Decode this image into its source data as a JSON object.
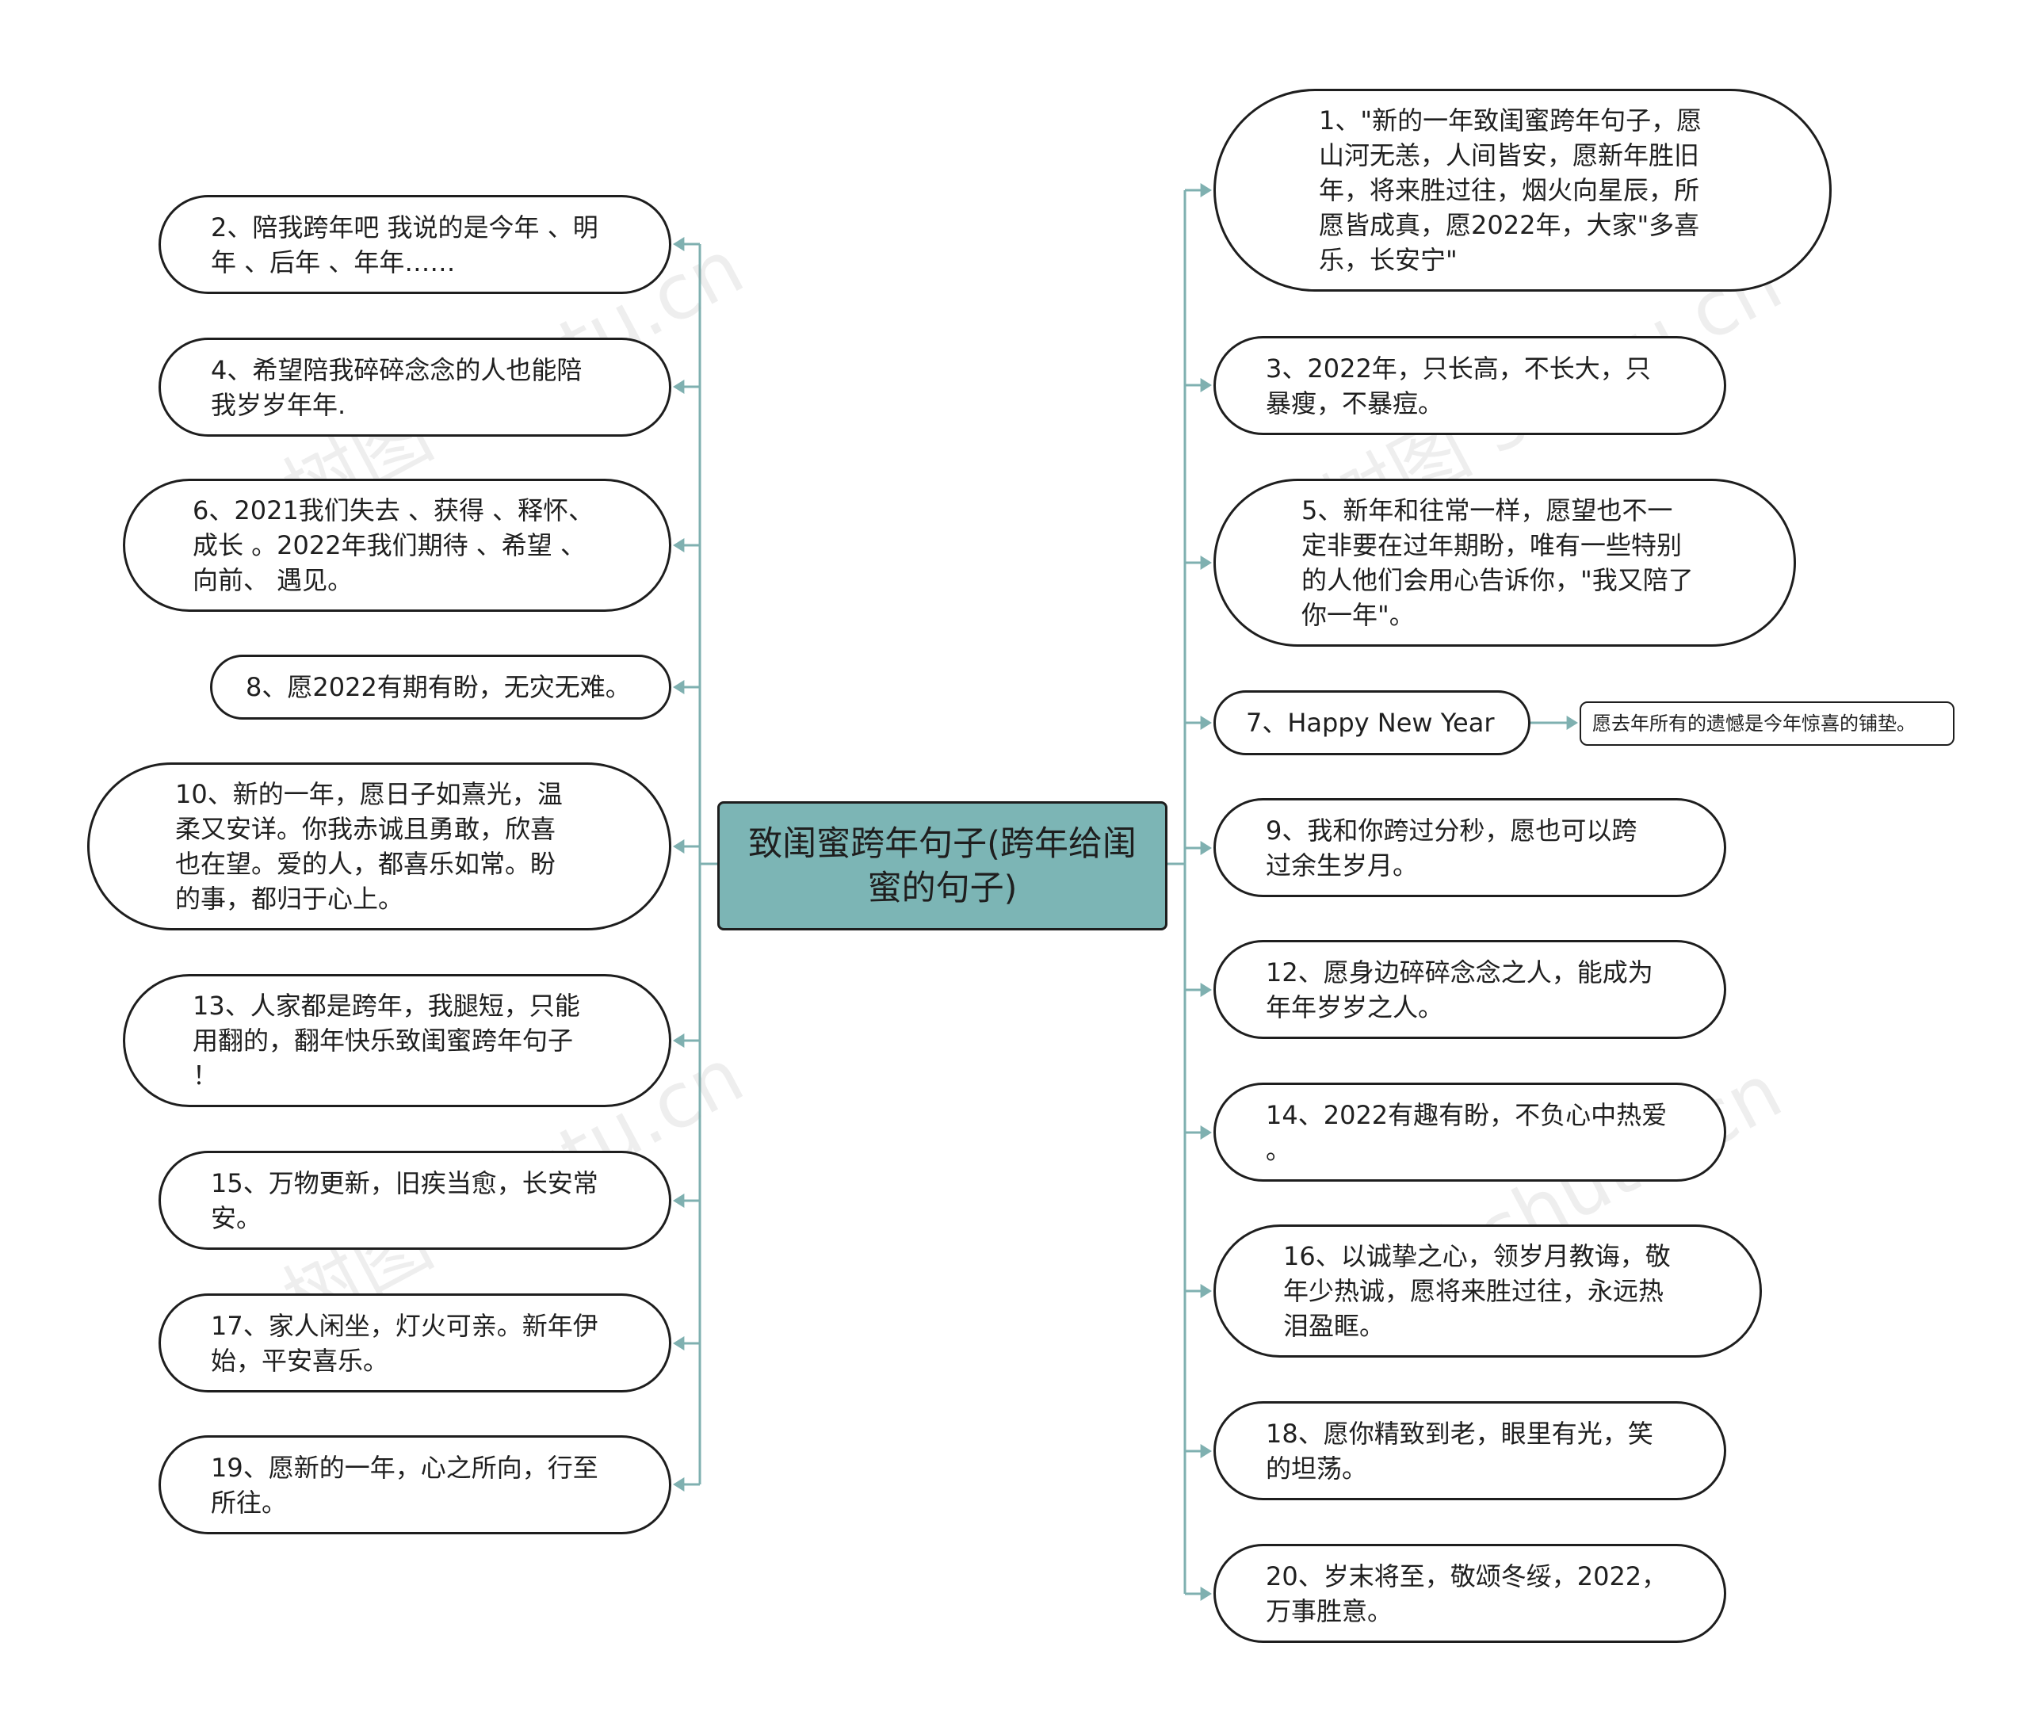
{
  "root": {
    "label": "致闺蜜跨年句子(跨年给闺蜜的句子)"
  },
  "watermark": "树图 shutu.cn",
  "colors": {
    "root_fill": "#7cb5b5",
    "connector": "#7fb0b0",
    "border": "#1e1e1e"
  },
  "left_nodes": [
    {
      "id": "n2",
      "text": "2、陪我跨年吧 我说的是今年 、明\n年 、后年 、年年……"
    },
    {
      "id": "n4",
      "text": "4、希望陪我碎碎念念的人也能陪\n我岁岁年年."
    },
    {
      "id": "n6",
      "text": "6、2021我们失去 、获得 、释怀、\n 成长 。2022年我们期待 、希望 、\n向前、 遇见。"
    },
    {
      "id": "n8",
      "text": "8、愿2022有期有盼，无灾无难。"
    },
    {
      "id": "n10",
      "text": "10、新的一年，愿日子如熹光，温\n柔又安详。你我赤诚且勇敢，欣喜\n也在望。爱的人，都喜乐如常。盼\n的事，都归于心上。"
    },
    {
      "id": "n13",
      "text": "13、人家都是跨年，我腿短，只能\n用翻的，翻年快乐致闺蜜跨年句子\n！"
    },
    {
      "id": "n15",
      "text": "15、万物更新，旧疾当愈，长安常\n安。"
    },
    {
      "id": "n17",
      "text": "17、家人闲坐，灯火可亲。新年伊\n始，平安喜乐。"
    },
    {
      "id": "n19",
      "text": "19、愿新的一年，心之所向，行至\n所往。"
    }
  ],
  "right_nodes": [
    {
      "id": "n1",
      "text": "1、\"新的一年致闺蜜跨年句子，愿\n山河无恙，人间皆安，愿新年胜旧\n年，将来胜过往，烟火向星辰，所\n愿皆成真，愿2022年，大家\"多喜\n乐，长安宁\""
    },
    {
      "id": "n3",
      "text": "3、2022年，只长高，不长大，只\n暴瘦，不暴痘。"
    },
    {
      "id": "n5",
      "text": "5、新年和往常一样，愿望也不一\n定非要在过年期盼，唯有一些特别\n的人他们会用心告诉你，\"我又陪了\n你一年\"。"
    },
    {
      "id": "n7",
      "text": "7、Happy New Year"
    },
    {
      "id": "n9",
      "text": "9、我和你跨过分秒，愿也可以跨\n过余生岁月。"
    },
    {
      "id": "n12",
      "text": "12、愿身边碎碎念念之人，能成为\n年年岁岁之人。"
    },
    {
      "id": "n14",
      "text": "14、2022有趣有盼，不负心中热爱\n。"
    },
    {
      "id": "n16",
      "text": "16、以诚挚之心，领岁月教诲，敬\n年少热诚，愿将来胜过往，永远热\n泪盈眶。"
    },
    {
      "id": "n18",
      "text": "18、愿你精致到老，眼里有光，笑\n的坦荡。"
    },
    {
      "id": "n20",
      "text": "20、岁末将至，敬颂冬绥，2022，\n万事胜意。"
    }
  ],
  "sub_nodes": [
    {
      "id": "n7a",
      "parent": "n7",
      "text": "愿去年所有的遗憾是今年惊喜的铺垫。"
    }
  ]
}
